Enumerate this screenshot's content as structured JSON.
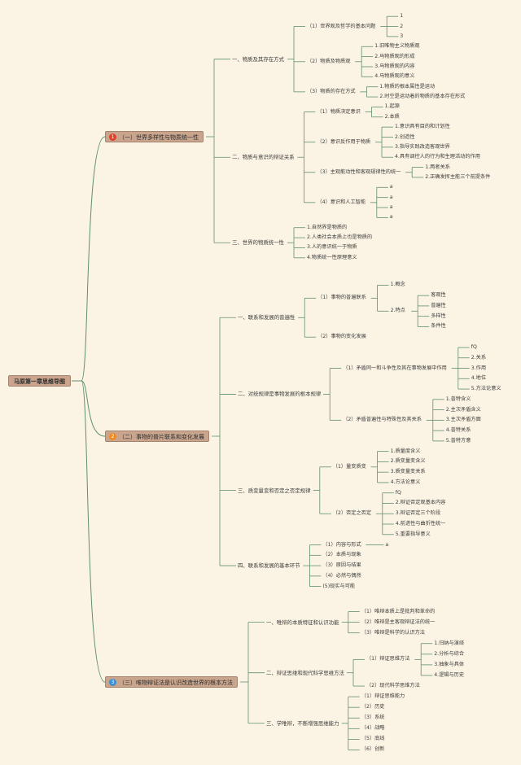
{
  "root": "马原第一章思维导图",
  "sections": [
    {
      "badge": "1",
      "title": "（一）世界多样性与物质统一性",
      "children": [
        {
          "label": "一、物质及其存在方式",
          "children": [
            {
              "label": "（1）世界观及哲学的基本问题",
              "children": [
                {
                  "label": "1"
                },
                {
                  "label": "2"
                },
                {
                  "label": "3"
                }
              ]
            },
            {
              "label": "（2）物质及物质观",
              "children": [
                {
                  "label": "1.旧唯物主义物质观"
                },
                {
                  "label": "2.马物质观的形成"
                },
                {
                  "label": "3.马物质观的内容"
                },
                {
                  "label": "4.马物质观的意义"
                }
              ]
            },
            {
              "label": "（3）物质的存在方式",
              "children": [
                {
                  "label": "1.物质的根本属性是运动"
                },
                {
                  "label": "2.时空是运动着的物质的基本存在形式"
                }
              ]
            }
          ]
        },
        {
          "label": "二、物质与意识的辩证关系",
          "children": [
            {
              "label": "（1）物质决定意识",
              "children": [
                {
                  "label": "1.起源"
                },
                {
                  "label": "2.本质"
                }
              ]
            },
            {
              "label": "（2）意识反作用于物质",
              "children": [
                {
                  "label": "1.意识具有目的和计划性"
                },
                {
                  "label": "2.创造性"
                },
                {
                  "label": "3.指导实践改造客观世界"
                },
                {
                  "label": "4.具有调控人的行为和生理活动的作用"
                }
              ]
            },
            {
              "label": "（3）主观能动性和客观规律性的统一",
              "children": [
                {
                  "label": "1.两者关系"
                },
                {
                  "label": "2.正确发挥主能三个前提条件"
                }
              ]
            },
            {
              "label": "（4）意识和人工智能",
              "children": [
                {
                  "label": "a"
                },
                {
                  "label": "a"
                },
                {
                  "label": "a"
                },
                {
                  "label": "a"
                }
              ]
            }
          ]
        },
        {
          "label": "三、世界的物质统一性",
          "children": [
            {
              "label": "1.自然界是物质的"
            },
            {
              "label": "2.人类社会本质上也是物质的"
            },
            {
              "label": "3.人的意识统一于物质"
            },
            {
              "label": "4.物质统一性原理意义"
            }
          ]
        }
      ]
    },
    {
      "badge": "2",
      "title": "（二）事物的普片联系和变化发展",
      "children": [
        {
          "label": "一、联系和发展的普遍性",
          "children": [
            {
              "label": "（1）事物的普遍联系",
              "children": [
                {
                  "label": "1.概念"
                },
                {
                  "label": "2.特点",
                  "children": [
                    {
                      "label": "客观性"
                    },
                    {
                      "label": "普遍性"
                    },
                    {
                      "label": "多样性"
                    },
                    {
                      "label": "条件性"
                    }
                  ]
                }
              ]
            },
            {
              "label": "（2）事物的变化发展"
            }
          ]
        },
        {
          "label": "二、对统规律是事物发展的根本规律",
          "children": [
            {
              "label": "（1）矛盾同一和斗争性及其在事物发展中作用",
              "children": [
                {
                  "label": "fQ"
                },
                {
                  "label": "2.关系"
                },
                {
                  "label": "3.作用"
                },
                {
                  "label": "4.地位"
                },
                {
                  "label": "5.方法论意义"
                }
              ]
            },
            {
              "label": "（2）矛盾普遍性与特殊性及其关系",
              "children": [
                {
                  "label": "1.普特含义"
                },
                {
                  "label": "2.主次矛盾含义"
                },
                {
                  "label": "3.主次矛盾方面"
                },
                {
                  "label": "4.普特关系"
                },
                {
                  "label": "5.普特方意"
                }
              ]
            }
          ]
        },
        {
          "label": "三、质变量变和否定之否定规律",
          "children": [
            {
              "label": "（1）量变质变",
              "children": [
                {
                  "label": "1.质量度含义"
                },
                {
                  "label": "2.质变量变含义"
                },
                {
                  "label": "3.质变量变关系"
                },
                {
                  "label": "4.方法论意义"
                }
              ]
            },
            {
              "label": "（2）否定之否定",
              "children": [
                {
                  "label": "fQ"
                },
                {
                  "label": "2.辩证否定观基本内容"
                },
                {
                  "label": "3.辩证否定三个阶段"
                },
                {
                  "label": "4.前进性与曲折性统一"
                },
                {
                  "label": "5.重要指导意义"
                }
              ]
            }
          ]
        },
        {
          "label": "四、联系和发展的基本环节",
          "children": [
            {
              "label": "（1）内容与形式",
              "children": [
                {
                  "label": "a"
                }
              ]
            },
            {
              "label": "（2）本质与现象"
            },
            {
              "label": "（3）原因与结果"
            },
            {
              "label": "（4）必然与偶然"
            },
            {
              "label": "(5)现实与可能"
            }
          ]
        }
      ]
    },
    {
      "badge": "3",
      "title": "（三）唯物辩证法是认识改造世界的根本方法",
      "children": [
        {
          "label": "一、唯辩的本质特征和认识功能",
          "children": [
            {
              "label": "（1）唯辩本质上是批判和革命的"
            },
            {
              "label": "（2）唯辩是主客观辩证法的统一"
            },
            {
              "label": "（3）唯辩是科学的认识方法"
            }
          ]
        },
        {
          "label": "二、辩证思维和现代科学思维方法",
          "children": [
            {
              "label": "（1）辩证思维方法",
              "children": [
                {
                  "label": "1.归纳与演绎"
                },
                {
                  "label": "2.分析与综合"
                },
                {
                  "label": "3.抽象与具体"
                },
                {
                  "label": "4.逻辑与历史"
                }
              ]
            },
            {
              "label": "（2）现代科学思维方法"
            }
          ]
        },
        {
          "label": "三、学唯辩，不断增强思维能力",
          "children": [
            {
              "label": "（1）辩证思维能力"
            },
            {
              "label": "（2）历史"
            },
            {
              "label": "（3）系统"
            },
            {
              "label": "（4）战略"
            },
            {
              "label": "（5）底线"
            },
            {
              "label": "（6）创新"
            }
          ]
        }
      ]
    }
  ]
}
